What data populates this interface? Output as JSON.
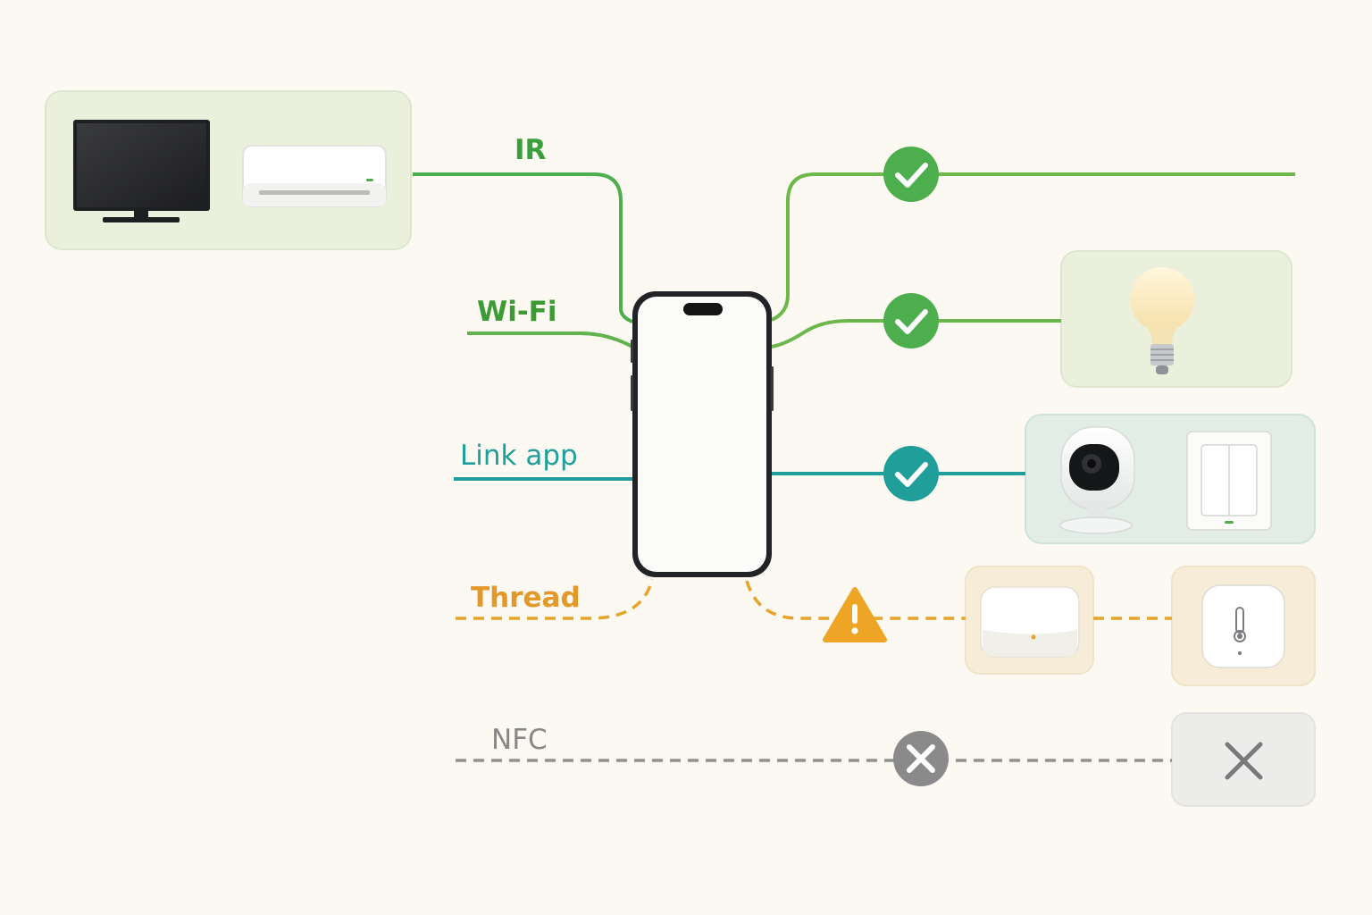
{
  "protocols": [
    {
      "id": "ir",
      "label": "IR",
      "status": "supported",
      "status_icon": "check-icon",
      "color": "#4cae4c",
      "line_style": "solid"
    },
    {
      "id": "wifi",
      "label": "Wi-Fi",
      "status": "supported",
      "status_icon": "check-icon",
      "color": "#4cae4c",
      "line_style": "solid"
    },
    {
      "id": "link-app",
      "label": "Link app",
      "status": "supported",
      "status_icon": "check-icon",
      "color": "#1f9e9a",
      "line_style": "solid"
    },
    {
      "id": "thread",
      "label": "Thread",
      "status": "warning",
      "status_icon": "warning-icon",
      "color": "#e8a32a",
      "line_style": "dashed"
    },
    {
      "id": "nfc",
      "label": "NFC",
      "status": "unsupported",
      "status_icon": "x-icon",
      "color": "#8a8a8a",
      "line_style": "dashed"
    }
  ],
  "devices": {
    "ir": [
      "tv-icon",
      "air-conditioner-icon"
    ],
    "wifi": [
      "light-bulb-icon"
    ],
    "link-app": [
      "security-camera-icon",
      "wall-switch-icon"
    ],
    "thread": [
      "hub-icon",
      "thermometer-sensor-icon"
    ],
    "nfc": [
      "x-icon"
    ]
  },
  "colors": {
    "background": "#fbf9f1",
    "green": "#4cae4c",
    "teal": "#1f9e9a",
    "orange": "#e8a32a",
    "gray": "#8a8a8a"
  }
}
